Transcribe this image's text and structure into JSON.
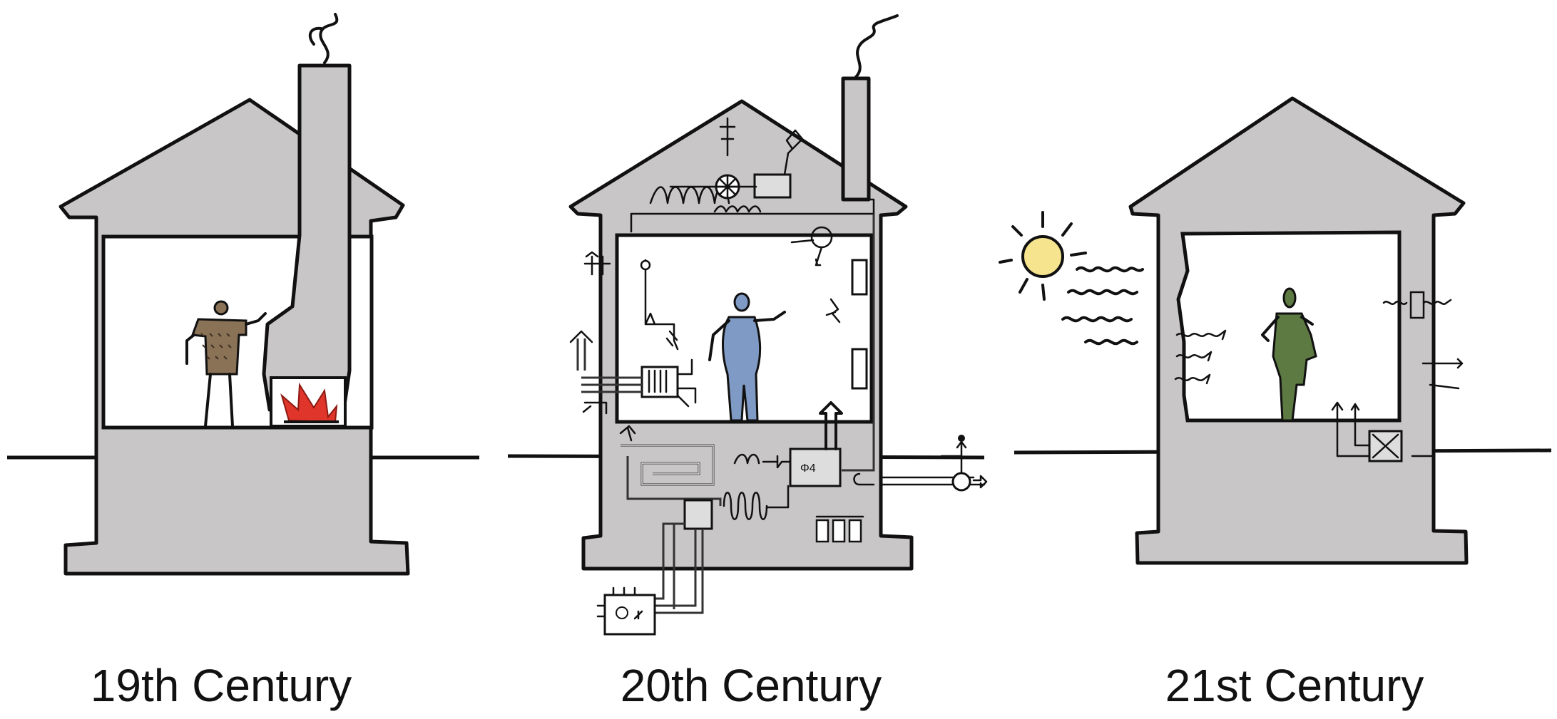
{
  "captions": {
    "c19": "19th Century",
    "c20": "20th Century",
    "c21": "21st Century"
  },
  "colors": {
    "wall": "#c9c6c7",
    "ink": "#111111",
    "sun": "#f6e58e",
    "fire": "#e0352b",
    "figure_19": "#8a7257",
    "figure_20": "#7f9ac4",
    "figure_21": "#5e7a43"
  }
}
